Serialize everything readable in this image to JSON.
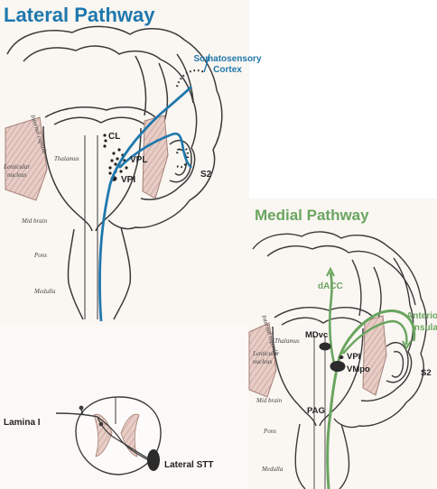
{
  "colors": {
    "lateral_accent": "#1f78ad",
    "medial_accent": "#6aa55f",
    "outline": "#3a3a3a",
    "tissue": "#d9b6ad",
    "panel_bg": "#faf6f2"
  },
  "lateral": {
    "title": "Lateral Pathway",
    "labels": {
      "cortex_line1": "Somatosensory",
      "cortex_line2": "Cortex",
      "cl": "CL",
      "vpl": "VPL",
      "vpi": "VPI",
      "s2": "S2",
      "thalamus": "Thalamus",
      "internal_capsule": "Internal capsule",
      "lenticular_line1": "Lenticular",
      "lenticular_line2": "nucleus",
      "midbrain": "Mid brain",
      "pons": "Pons",
      "medulla": "Medulla"
    }
  },
  "medial": {
    "title": "Medial Pathway",
    "labels": {
      "dacc": "dACC",
      "anterior_line1": "Anterior",
      "anterior_line2": "Insula",
      "mdvc": "MDvc",
      "vpi": "VPI",
      "vmpo": "VMpo",
      "s2": "S2",
      "pag": "PAG",
      "thalamus": "Thalamus",
      "internal_capsule": "Internal capsule",
      "lenticular_line1": "Lenticular",
      "lenticular_line2": "nucleus",
      "midbrain": "Mid brain",
      "pons": "Pons",
      "medulla": "Medulla"
    }
  },
  "spinal": {
    "lamina": "Lamina I",
    "lateral_stt": "Lateral STT"
  }
}
